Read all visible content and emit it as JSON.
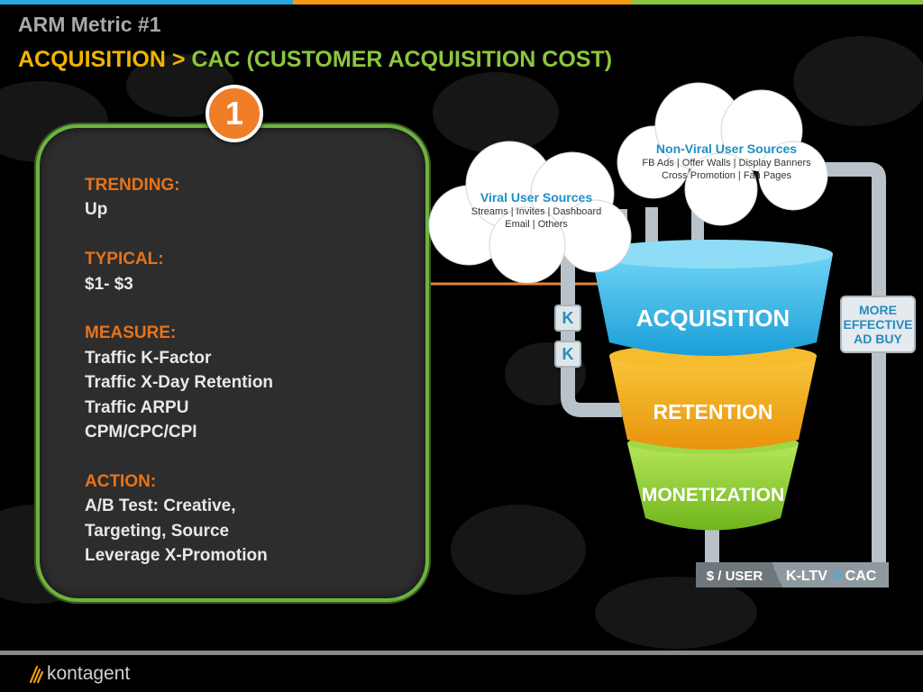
{
  "slide": {
    "title": "ARM Metric #1",
    "subtitle_part1": "ACQUISITION > ",
    "subtitle_part2": "CAC (CUSTOMER ACQUISITION COST)"
  },
  "badge": {
    "number": "1"
  },
  "panel": {
    "trending_label": "TRENDING:",
    "trending_value": "Up",
    "typical_label": "TYPICAL:",
    "typical_value": "$1- $3",
    "measure_label": "MEASURE:",
    "measure_items": [
      "Traffic K-Factor",
      "Traffic X-Day Retention",
      "Traffic ARPU",
      "CPM/CPC/CPI"
    ],
    "action_label": "ACTION:",
    "action_items": [
      "A/B Test: Creative,",
      "Targeting, Source",
      "Leverage X-Promotion"
    ]
  },
  "clouds": {
    "viral": {
      "title": "Viral User Sources",
      "line1": "Streams | Invites | Dashboard",
      "line2": "Email | Others"
    },
    "nonviral": {
      "title": "Non-Viral User Sources",
      "line1": "FB Ads | Offer Walls | Display Banners",
      "line2": "Cross Promotion | Fan Pages"
    }
  },
  "funnel": {
    "acquisition": "ACQUISITION",
    "retention": "RETENTION",
    "monetization": "MONETIZATION"
  },
  "loop": {
    "k_label_1": "K",
    "k_label_2": "K",
    "more_effective": "MORE EFFECTIVE AD BUY",
    "dollar_per_user": "$ / USER",
    "kltv": "K-LTV",
    "greater": ">",
    "cac": "CAC"
  },
  "footer": {
    "logo_text": "kontagent"
  },
  "colors": {
    "bar_blue": "#29a8e0",
    "bar_orange": "#f39c12",
    "bar_green": "#8dc63f",
    "acquisition": "#29b6e8",
    "retention": "#f2a814",
    "monetization": "#8ccf2e",
    "accent_orange": "#e8731a"
  }
}
